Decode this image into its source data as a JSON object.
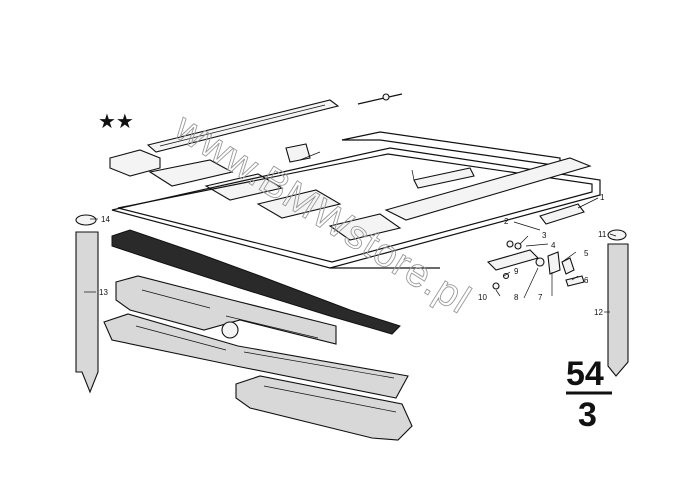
{
  "diagram": {
    "stars": "★★",
    "watermark": "www.BMWstore.pl",
    "group": {
      "main": "54",
      "sub": "3"
    },
    "callouts": [
      "1",
      "2",
      "3",
      "4",
      "5",
      "6",
      "7",
      "8",
      "9",
      "10",
      "11",
      "12",
      "13",
      "14"
    ]
  }
}
